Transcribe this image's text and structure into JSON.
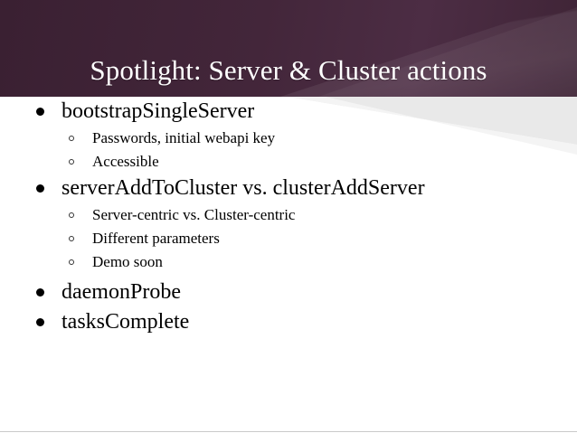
{
  "slide": {
    "title": "Spotlight: Server & Cluster actions",
    "theme": {
      "header_dark": "#3a2032",
      "header_light": "#4c2d44",
      "body_background": "#ffffff",
      "accent_gray": "#e9e9e9",
      "title_color": "#ffffff",
      "body_text_color": "#000000",
      "bottom_rule_color": "#c9c9c9"
    },
    "bullets": [
      {
        "text": "bootstrapSingleServer",
        "marker": "filled-circle-bullet",
        "sub": [
          {
            "text": "Passwords, initial webapi key",
            "marker": "hollow-circle-bullet"
          },
          {
            "text": "Accessible",
            "marker": "hollow-circle-bullet"
          }
        ]
      },
      {
        "text": "serverAddToCluster vs. clusterAddServer",
        "marker": "filled-circle-bullet",
        "sub": [
          {
            "text": "Server-centric vs. Cluster-centric",
            "marker": "hollow-circle-bullet"
          },
          {
            "text": "Different parameters",
            "marker": "hollow-circle-bullet"
          },
          {
            "text": "Demo soon",
            "marker": "hollow-circle-bullet"
          }
        ]
      },
      {
        "text": "daemonProbe",
        "marker": "filled-circle-bullet",
        "sub": []
      },
      {
        "text": "tasksComplete",
        "marker": "filled-circle-bullet",
        "sub": []
      }
    ]
  }
}
